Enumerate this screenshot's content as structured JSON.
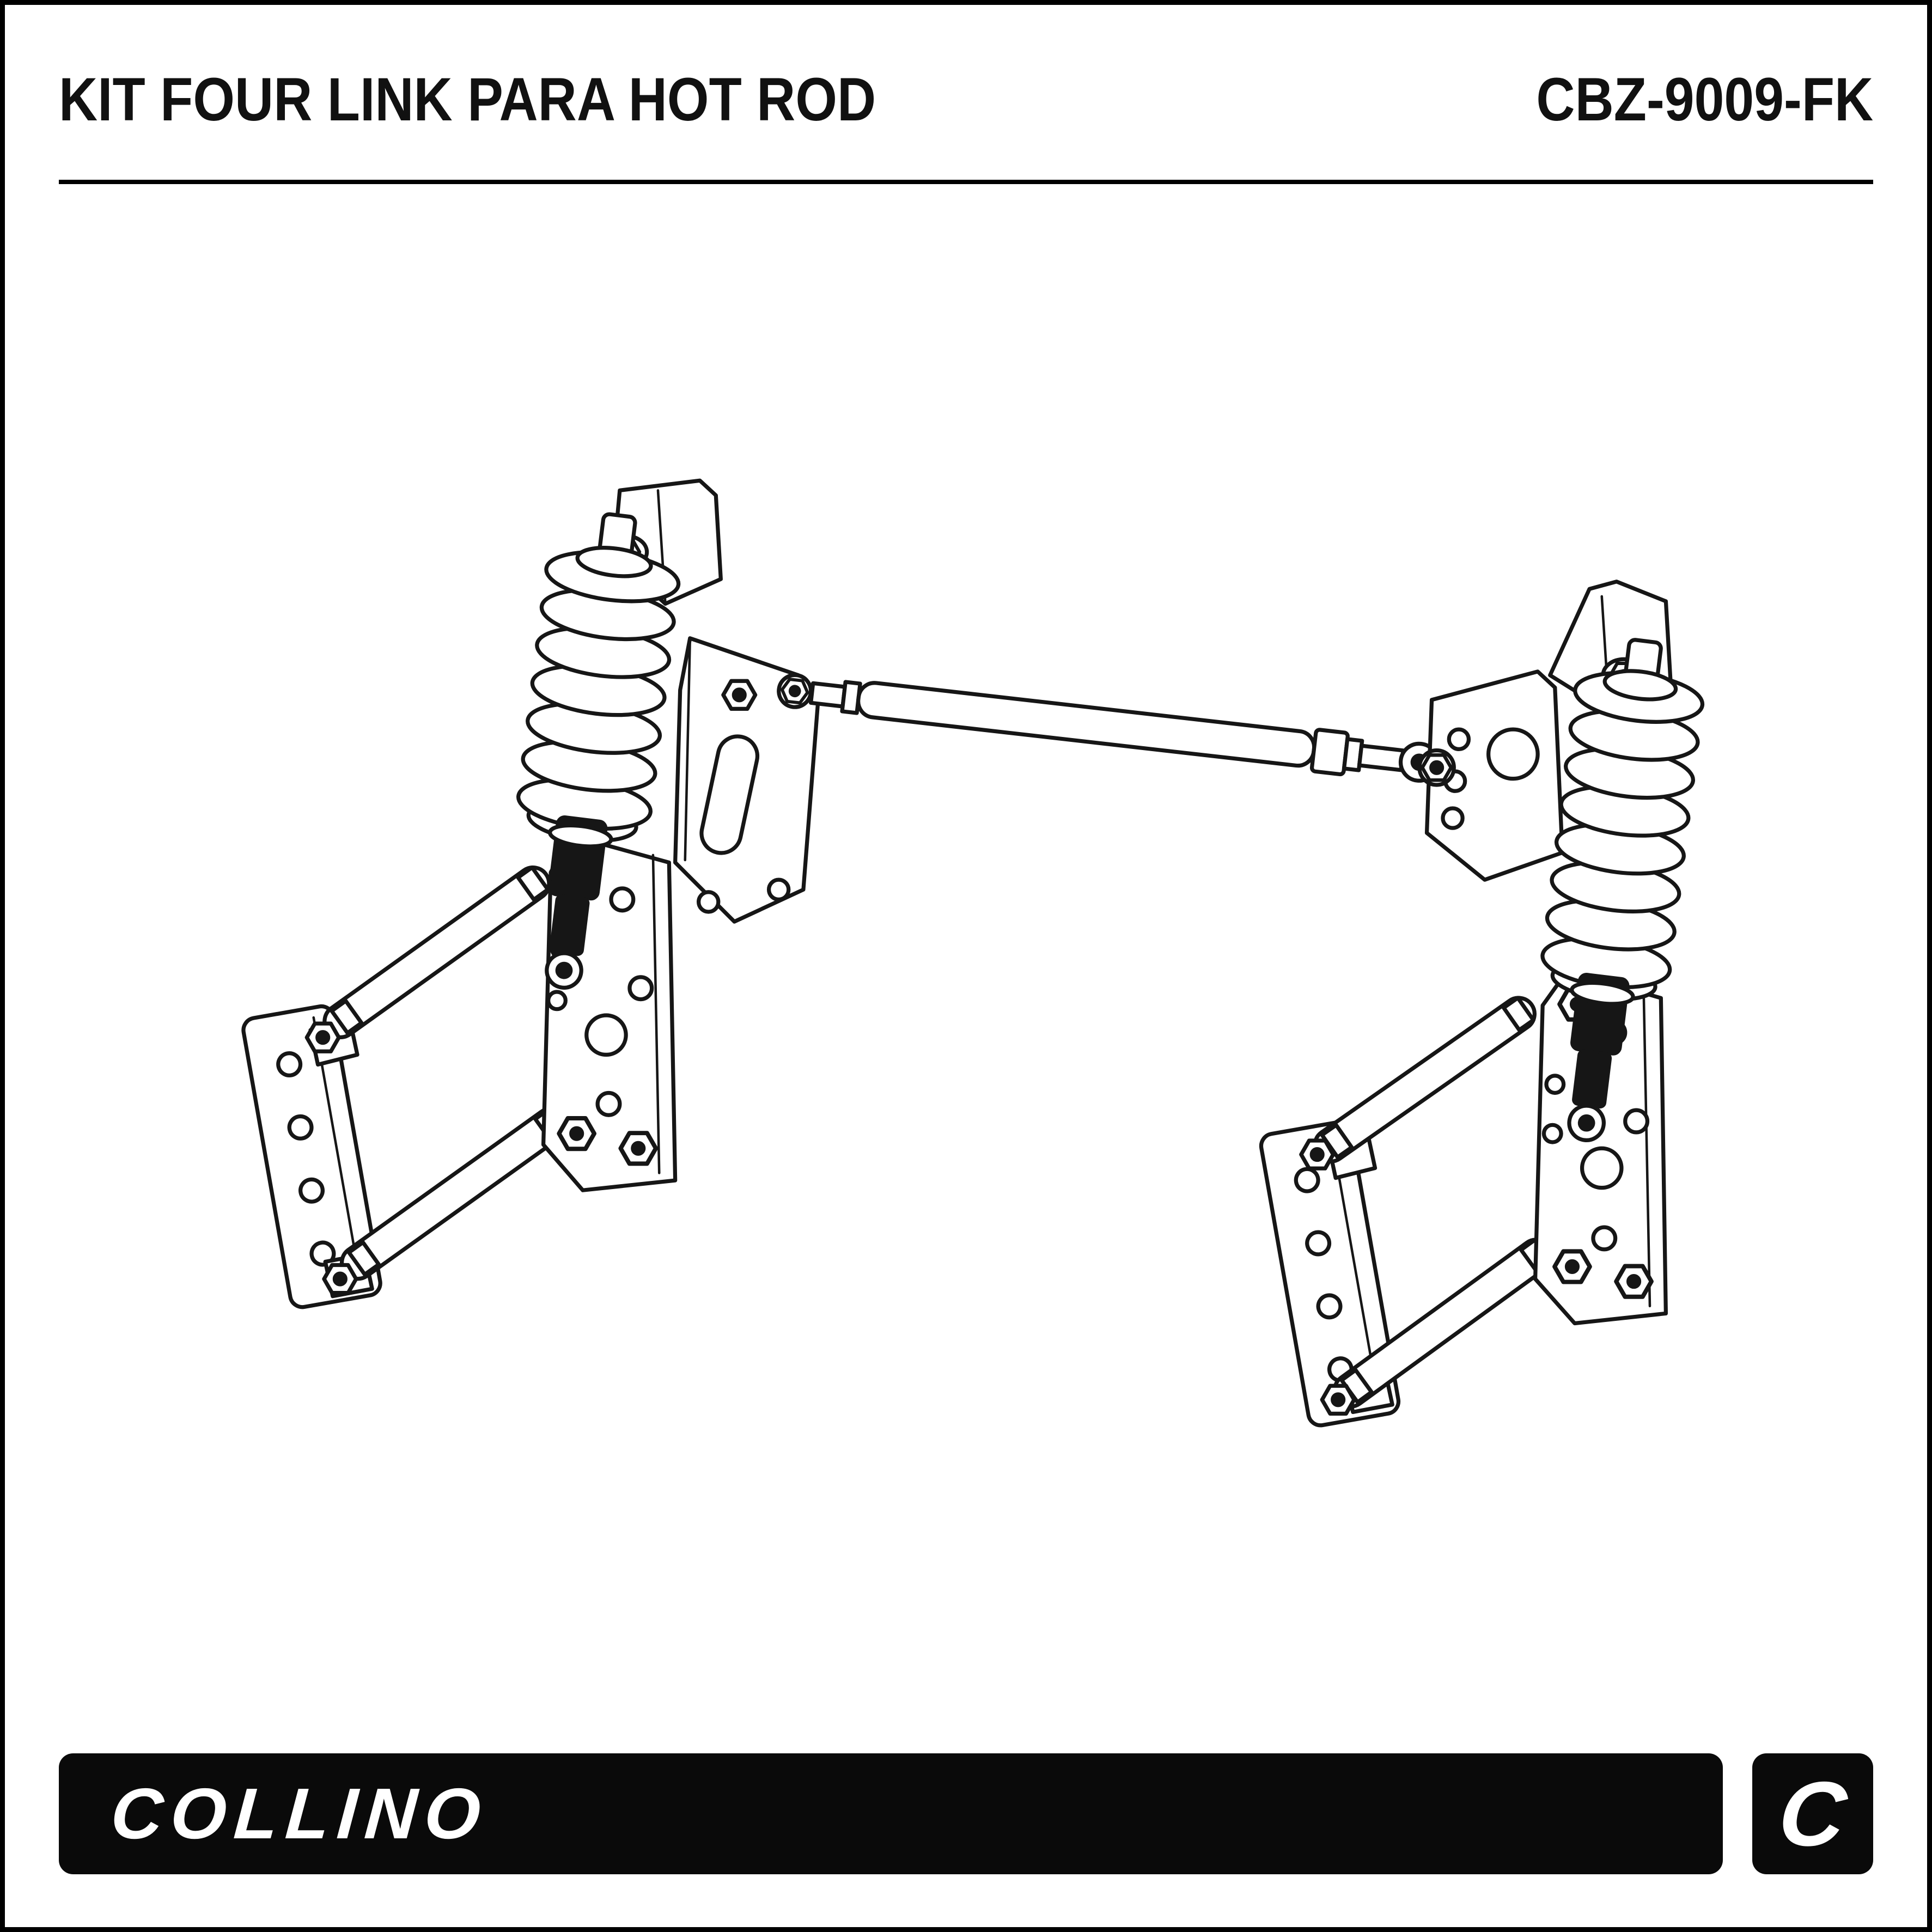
{
  "header": {
    "title": "KIT FOUR LINK PARA HOT ROD",
    "part_number": "CBZ-9009-FK"
  },
  "footer": {
    "brand": "COLLINO",
    "logo_letter": "C"
  },
  "diagram": {
    "label": "four-link-suspension-kit-isometric-line-drawing",
    "parts": [
      "shock-mount-left",
      "coilover-shock-left",
      "frame-bracket-left",
      "panhard-bar",
      "frame-bracket-right",
      "shock-mount-right",
      "coilover-shock-right",
      "four-link-bars-left",
      "front-bracket-left",
      "axle-bracket-left",
      "four-link-bars-right",
      "front-bracket-right",
      "axle-bracket-right"
    ]
  },
  "colors": {
    "ink": "#161616",
    "background": "#ffffff",
    "panel": "#0a0a0a",
    "text_on_panel": "#ffffff"
  }
}
